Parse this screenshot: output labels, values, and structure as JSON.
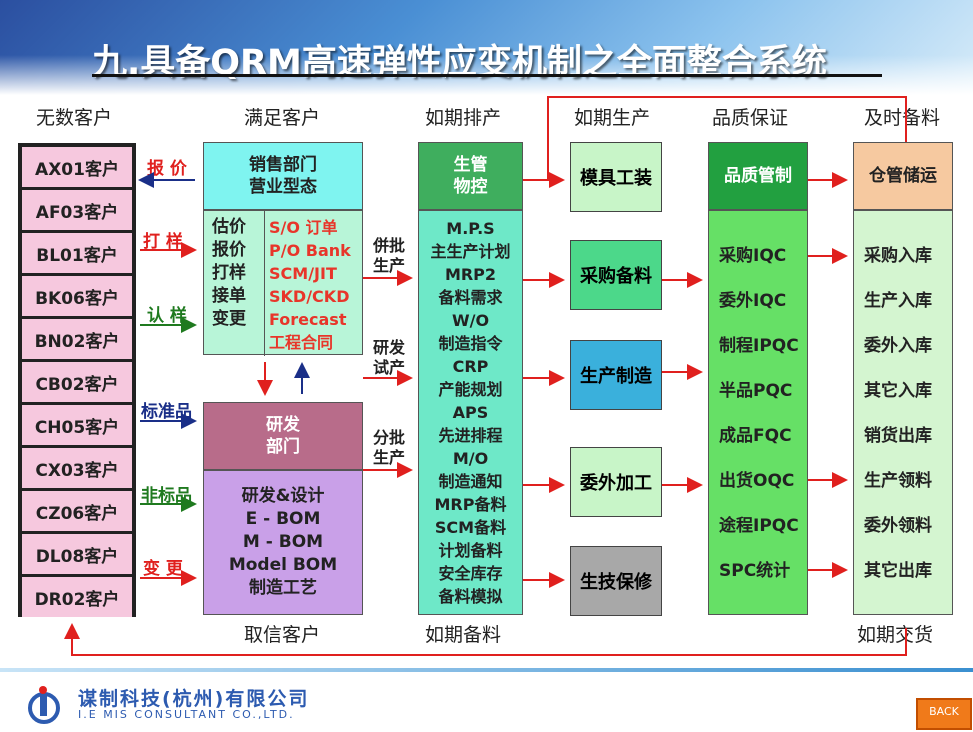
{
  "title": "九.具备QRM高速弹性应变机制之全面整合系统",
  "headers": {
    "customers": "无数客户",
    "satisfy": "满足客户",
    "schedule": "如期排产",
    "produce": "如期生产",
    "quality": "品质保证",
    "stock": "及时备料",
    "trust": "取信客户",
    "material": "如期备料",
    "delivery": "如期交货"
  },
  "customers": [
    "AX01客户",
    "AF03客户",
    "BL01客户",
    "BK06客户",
    "BN02客户",
    "CB02客户",
    "CH05客户",
    "CX03客户",
    "CZ06客户",
    "DL08客户",
    "DR02客户"
  ],
  "flow_labels": {
    "quote": "报 价",
    "sample": "打 样",
    "approve": "认 样",
    "standard": "标准品",
    "nonstandard": "非标品",
    "change": "变 更"
  },
  "sales": {
    "header": [
      "销售部门",
      "营业型态"
    ],
    "left_items": [
      "估价",
      "报价",
      "打样",
      "接单",
      "变更"
    ],
    "right_items": [
      "S/O 订单",
      "P/O Bank",
      "SCM/JIT",
      "SKD/CKD",
      "Forecast",
      "工程合同"
    ]
  },
  "rd": {
    "header": [
      "研发",
      "部门"
    ],
    "items": [
      "研发&设计",
      "E - BOM",
      "M - BOM",
      "Model BOM",
      "制造工艺"
    ]
  },
  "production_modes": {
    "batch": [
      "併批",
      "生产"
    ],
    "trial": [
      "研发",
      "试产"
    ],
    "split": [
      "分批",
      "生产"
    ]
  },
  "pmc": {
    "header": [
      "生管",
      "物控"
    ],
    "items": [
      "M.P.S",
      "主生产计划",
      "MRP2",
      "备料需求",
      "W/O",
      "制造指令",
      "CRP",
      "产能规划",
      "APS",
      "先进排程",
      "M/O",
      "制造通知",
      "MRP备料",
      "SCM备料",
      "计划备料",
      "安全库存",
      "备料模拟"
    ]
  },
  "production_boxes": [
    "模具工装",
    "采购备料",
    "生产制造",
    "委外加工",
    "生技保修"
  ],
  "quality": {
    "header": "品质管制",
    "items": [
      "采购IQC",
      "委外IQC",
      "制程IPQC",
      "半品PQC",
      "成品FQC",
      "出货OQC",
      "途程IPQC",
      "SPC统计"
    ]
  },
  "warehouse": {
    "header": "仓管储运",
    "items": [
      "采购入库",
      "生产入库",
      "委外入库",
      "其它入库",
      "销货出库",
      "生产领料",
      "委外领料",
      "其它出库"
    ]
  },
  "company": {
    "name_cn": "谋制科技(杭州)有限公司",
    "name_en": "I.E MIS CONSULTANT CO.,LTD."
  },
  "back_button": "BACK",
  "colors": {
    "customer_fill": "#f6c8de",
    "sales_header": "#7ff4f0",
    "sales_body": "#b8f5d8",
    "rd_header": "#b86c8a",
    "rd_body": "#c9a0e8",
    "pmc_header": "#3fae5e",
    "pmc_body": "#6ee8c8",
    "quality_header": "#22a040",
    "quality_body": "#66e066",
    "warehouse_header": "#f6c9a0",
    "warehouse_body": "#d4f5d0",
    "arrow_red": "#e0201e",
    "arrow_blue": "#1a2f88",
    "arrow_green": "#1f7a1f"
  }
}
